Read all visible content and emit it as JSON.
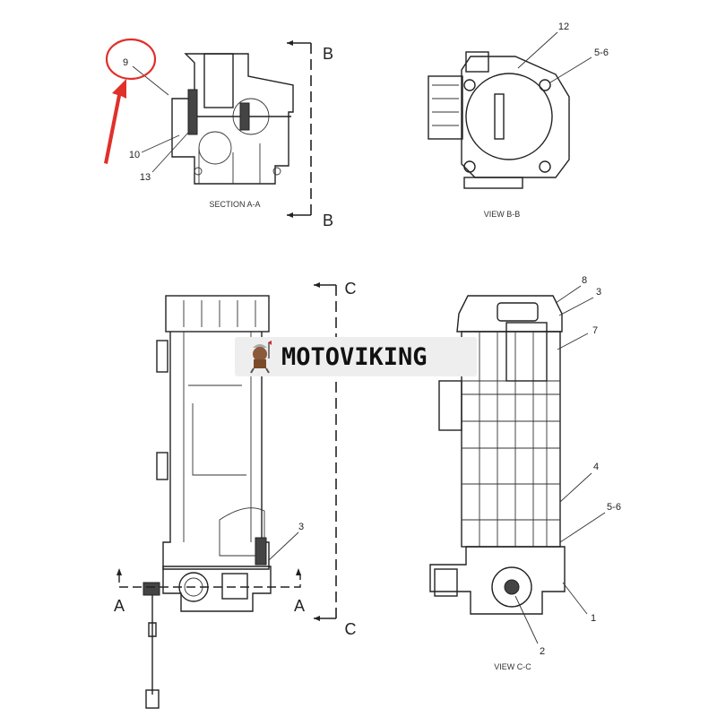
{
  "section_aa": {
    "caption": "SECTION A-A",
    "callouts": [
      "9",
      "10",
      "13"
    ]
  },
  "view_bb": {
    "caption": "VIEW B-B",
    "callouts": [
      "12",
      "5-6"
    ],
    "marker_top": "B",
    "marker_bottom": "B"
  },
  "side_view": {
    "callouts": [
      "3"
    ],
    "marker_left": "A",
    "marker_right": "A",
    "marker_top": "C",
    "marker_bottom": "C"
  },
  "view_cc": {
    "caption": "VIEW C-C",
    "callouts": [
      "8",
      "3",
      "7",
      "4",
      "5-6",
      "1",
      "2"
    ]
  },
  "highlight": {
    "color": "#e0302a",
    "target_callout": "9"
  },
  "watermark": {
    "text": "MOTOVIKING"
  }
}
